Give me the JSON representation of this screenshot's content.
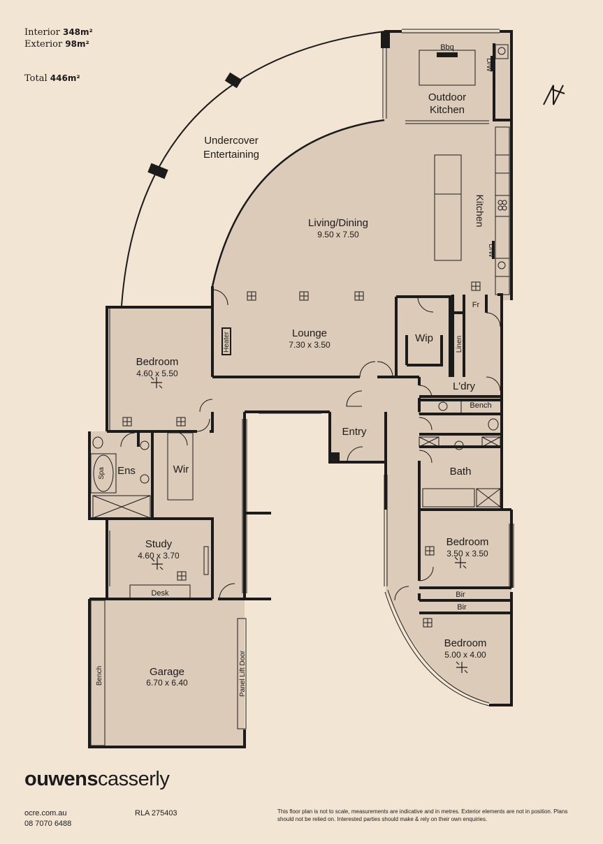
{
  "areas": {
    "interior_label": "Interior",
    "interior_value": "348m²",
    "exterior_label": "Exterior",
    "exterior_value": "98m²",
    "total_label": "Total",
    "total_value": "446m²"
  },
  "rooms": {
    "undercover_l1": "Undercover",
    "undercover_l2": "Entertaining",
    "outdoor_kitchen_l1": "Outdoor",
    "outdoor_kitchen_l2": "Kitchen",
    "bbq": "Bbq",
    "dw": "D/W",
    "kitchen": "Kitchen",
    "living_dining": "Living/Dining",
    "living_dining_dim": "9.50 x 7.50",
    "lounge": "Lounge",
    "lounge_dim": "7.30 x 3.50",
    "heater": "Heater",
    "wip": "Wip",
    "linen": "Linen",
    "fr": "Fr",
    "ldry": "L'dry",
    "bench": "Bench",
    "entry": "Entry",
    "bath": "Bath",
    "bedroom": "Bedroom",
    "bedroom1_dim": "4.60 x 5.50",
    "ens": "Ens",
    "spa": "Spa",
    "wir": "Wir",
    "study": "Study",
    "study_dim": "4.60 x 3.70",
    "desk": "Desk",
    "garage": "Garage",
    "garage_dim": "6.70 x 6.40",
    "panel_lift_door": "Panel Lift Door",
    "bedroom2_dim": "3.50 x 3.50",
    "bir": "Bir",
    "bedroom3_dim": "5.00 x 4.00"
  },
  "footer": {
    "brand_bold": "ouwens",
    "brand_light": "casserly",
    "website": "ocre.com.au",
    "phone": "08 7070 6488",
    "rla": "RLA 275403",
    "disclaimer": "This floor plan is not to scale, measurements are indicative and in metres. Exterior elements are not in position. Plans should not be relied on. Interested parties should make & rely on their own enquiries."
  },
  "colors": {
    "background": "#f3e5d3",
    "interior_fill": "#dccbb9",
    "wall": "#1b1b1b"
  },
  "icons": [
    "north-arrow-icon",
    "ceiling-fan-icon",
    "downlight-icon",
    "sink-icon",
    "toilet-icon",
    "shower-icon",
    "spa-bath-icon"
  ]
}
